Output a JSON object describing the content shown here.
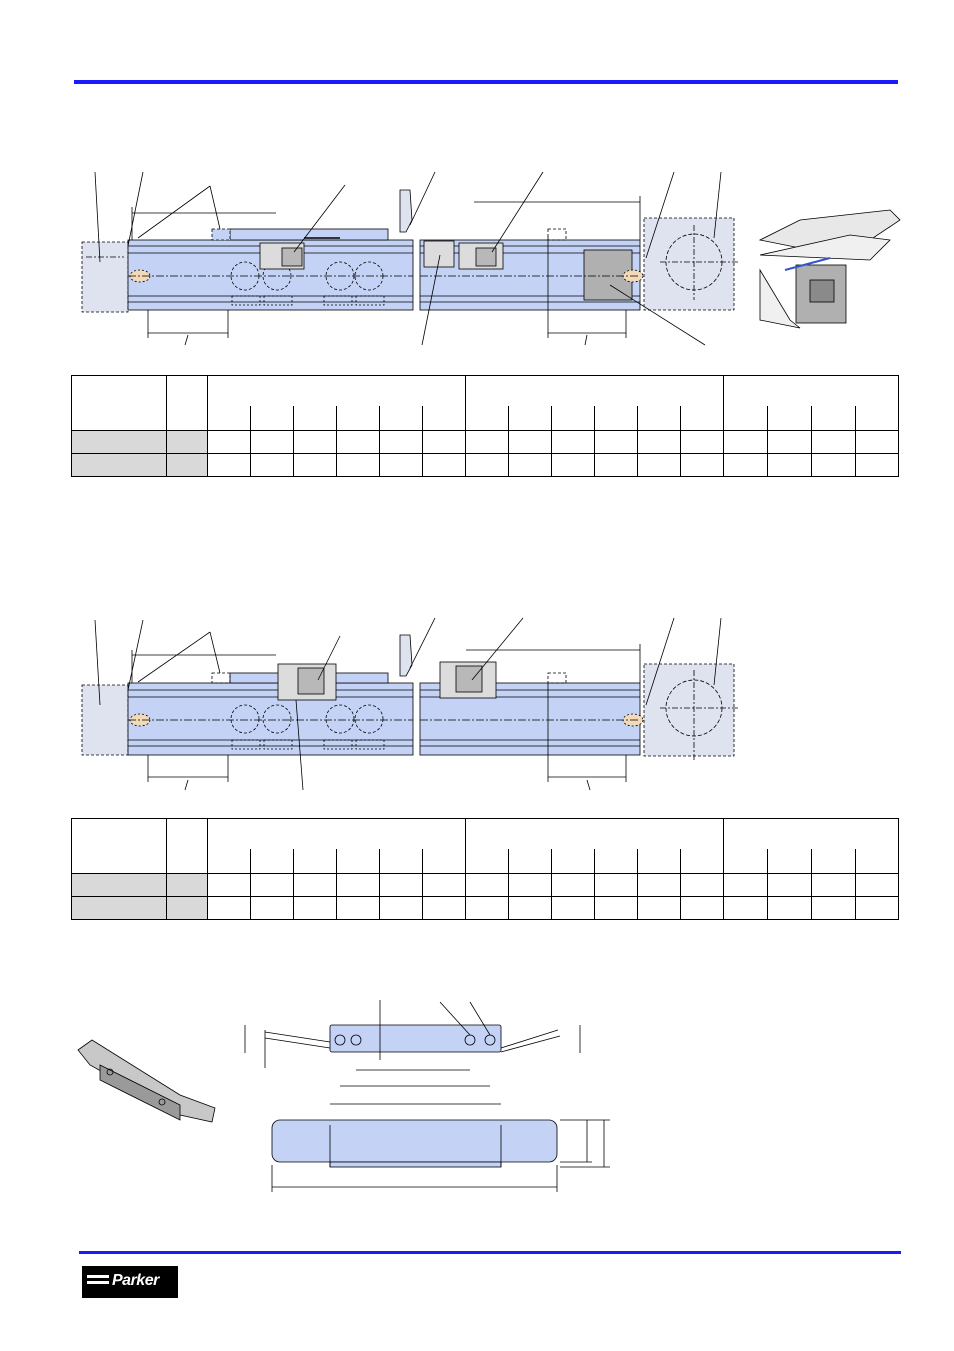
{
  "brand": {
    "logo_text": "Parker",
    "rule_color": "#1a1aff"
  },
  "colors": {
    "body_fill": "#c4d3f5",
    "block_fill": "#dfe3f0",
    "sensor_fill": "#b0b0b0",
    "line": "#000000"
  },
  "figure1": {
    "icon": "actuator-with-sensor-bracket-diagram"
  },
  "figure2": {
    "icon": "actuator-with-dual-sensor-diagram"
  },
  "figure3": {
    "icon": "mounting-bracket-detail-diagram"
  },
  "perspective": {
    "icon": "bracket-perspective-sketch"
  },
  "table1": {
    "rows": 2,
    "cols": 18
  },
  "table2": {
    "rows": 2,
    "cols": 18
  }
}
